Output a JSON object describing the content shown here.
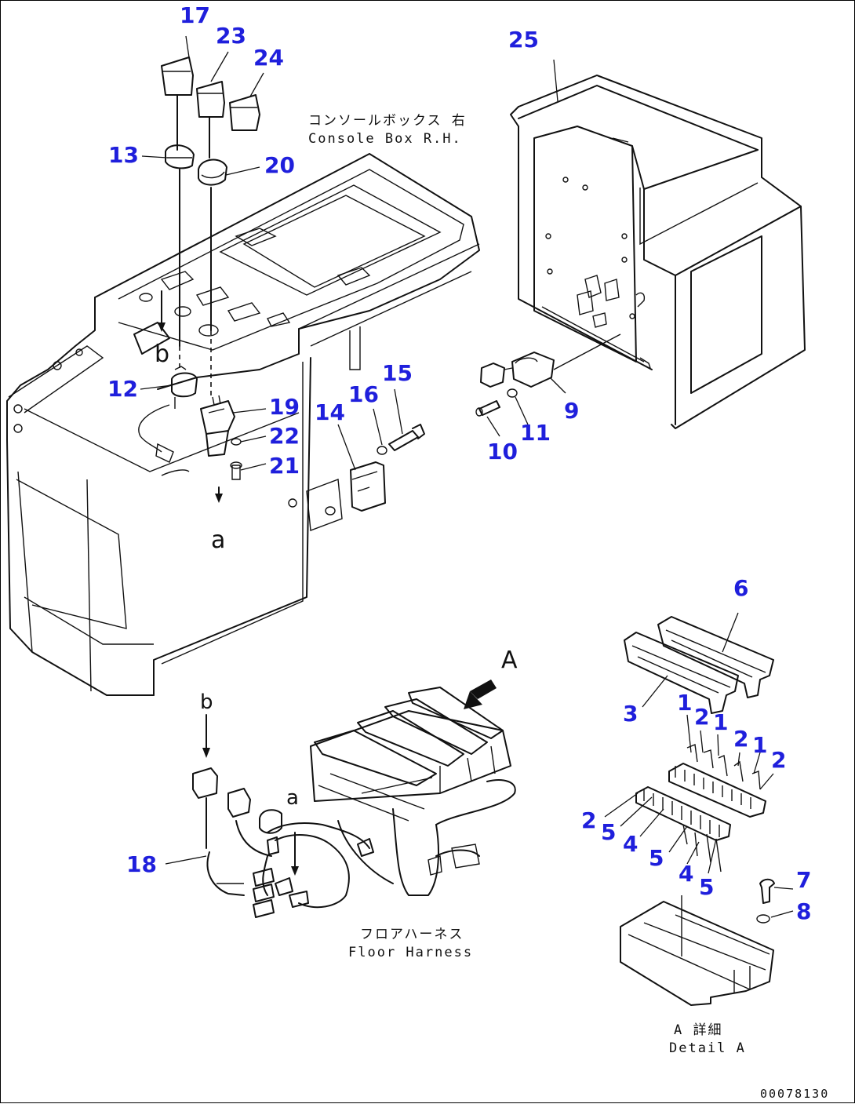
{
  "labels": {
    "console_jp": "コンソールボックス 右",
    "console_en": "Console Box R.H.",
    "floor_jp": "フロアハーネス",
    "floor_en": "Floor Harness",
    "detail_jp": "A 詳細",
    "detail_en": "Detail A",
    "view_a": "A",
    "arrow_a": "a",
    "arrow_b": "b",
    "small_a": "a",
    "small_b": "b",
    "drawing_no": "00078130"
  },
  "callouts": {
    "c17": "17",
    "c23": "23",
    "c24": "24",
    "c13": "13",
    "c20": "20",
    "c12": "12",
    "c19": "19",
    "c22": "22",
    "c21": "21",
    "c14": "14",
    "c16": "16",
    "c15": "15",
    "c25": "25",
    "c9": "9",
    "c10": "10",
    "c11": "11",
    "c6": "6",
    "c3": "3",
    "c1a": "1",
    "c2a": "2",
    "c1b": "1",
    "c2b": "2",
    "c1c": "1",
    "c2c": "2",
    "c2d": "2",
    "c5a": "5",
    "c4a": "4",
    "c5b": "5",
    "c4b": "4",
    "c5c": "5",
    "c7": "7",
    "c8": "8",
    "c18": "18"
  }
}
